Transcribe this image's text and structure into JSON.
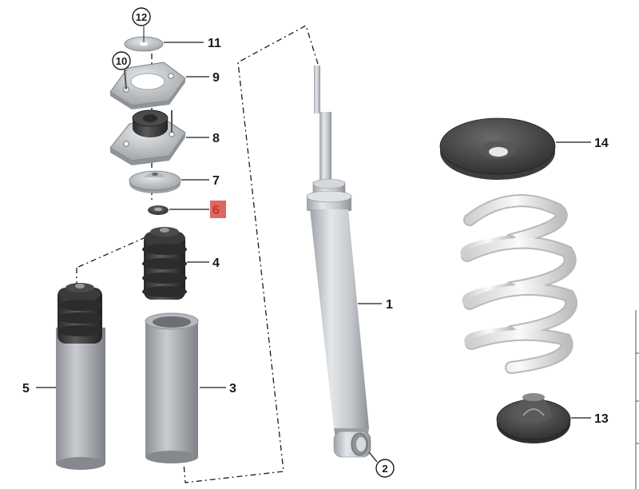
{
  "labels": {
    "l1": "1",
    "l2": "2",
    "l3": "3",
    "l4": "4",
    "l5": "5",
    "l6": "6",
    "l7": "7",
    "l8": "8",
    "l9": "9",
    "l10": "10",
    "l11": "11",
    "l12": "12",
    "l13": "13",
    "l14": "14"
  },
  "colors": {
    "highlight": "#e06666",
    "rubber": "#3a3a3a",
    "metal": "#c8ccd0",
    "spring": "#eeeeee"
  }
}
